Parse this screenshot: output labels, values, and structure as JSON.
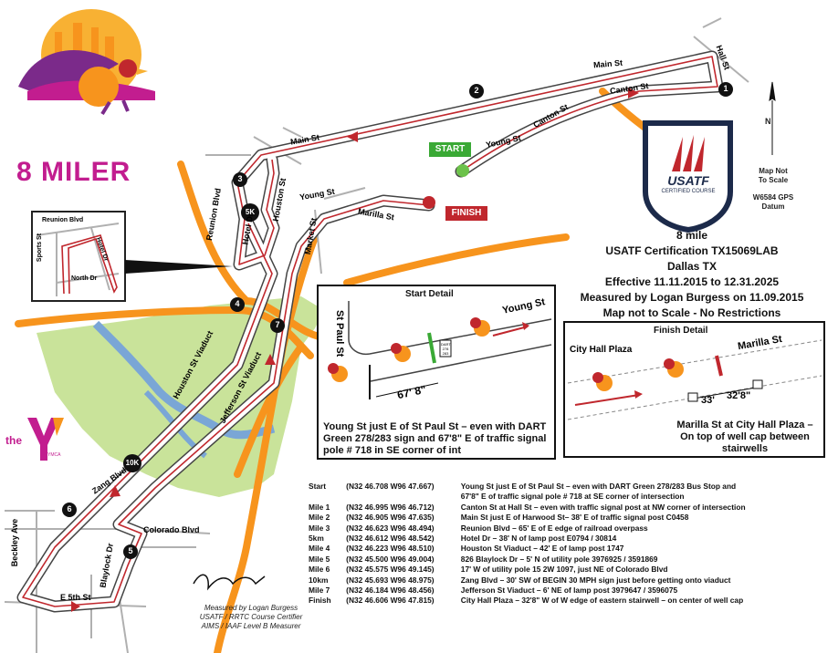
{
  "title": "8 MILER",
  "brand_colors": {
    "title": "#c21d8f",
    "route": "#c0272d",
    "major_road": "#f7941d",
    "park": "#c9e39a",
    "water": "#7aa6d6",
    "usatf_navy": "#1c2a4a"
  },
  "streets": {
    "main_st_top": "Main St",
    "hall_st": "Hall St",
    "canton_st_top": "Canton St",
    "canton_st_lower": "Canton St",
    "young_st_mid": "Young St",
    "main_st_left": "Main St",
    "young_st_left": "Young St",
    "marilla_st": "Marilla St",
    "reunion_blvd": "Reunion Blvd",
    "hotel_dr": "Hotel Dr",
    "houston_st": "Houston St",
    "market_st": "Market St",
    "houston_st_viaduct": "Houston St Viaduct",
    "jefferson_st_viaduct": "Jefferson St Viaduct",
    "zang_blvd": "Zang Blvd",
    "beckley_ave": "Beckley Ave",
    "colorado_blvd": "Colorado Blvd",
    "blaylock_dr": "Blaylock Dr",
    "e_5th_st": "E 5th St"
  },
  "inset": {
    "reunion_blvd": "Reunion Blvd",
    "sports_st": "Sports St",
    "hotel_dr": "Hotel Dr",
    "north_dr": "North Dr"
  },
  "markers": {
    "start": "START",
    "finish": "FINISH",
    "m1": "1",
    "m2": "2",
    "m3": "3",
    "m4": "4",
    "m5": "5",
    "m6": "6",
    "m7": "7",
    "k5": "5K",
    "k10": "10K"
  },
  "badge": {
    "org": "USATF",
    "sub": "CERTIFIED COURSE"
  },
  "north": {
    "letter": "N",
    "scale_note": [
      "Map Not",
      "To Scale"
    ],
    "datum": [
      "W6584 GPS",
      "Datum"
    ]
  },
  "cert_lines": [
    "8 mile",
    "USATF Certification TX15069LAB",
    "Dallas TX",
    "Effective 11.11.2015 to 12.31.2025",
    "Measured by Logan Burgess on 11.09.2015",
    "Map not to Scale - No Restrictions"
  ],
  "start_detail": {
    "title": "Start Detail",
    "street_vertical": "St Paul St",
    "street_young": "Young St",
    "distance": "67' 8\"",
    "sign_label": "DART 278 283",
    "caption": "Young St just E of St Paul St – even with DART Green 278/283 sign and 67'8\" E of traffic signal pole # 718 in SE corner of int"
  },
  "finish_detail": {
    "title": "Finish Detail",
    "plaza": "City Hall Plaza",
    "street": "Marilla St",
    "dist_a": "33'",
    "dist_b": "32'8\"",
    "caption": "Marilla St at City Hall Plaza – On top of well cap between stairwells"
  },
  "signature": {
    "script": "Logan Burgess",
    "lines": [
      "Measured by Logan Burgess",
      "USATF / RRTC Course Certifier",
      "AIMS / IAAF Level B Measurer"
    ]
  },
  "ymca": {
    "prefix": "the",
    "letter": "Y",
    "suffix": "YMCA"
  },
  "legs": [
    {
      "label": "Start",
      "coords": "(N32 46.708 W96 47.667)",
      "desc": "Young St just E of St Paul St – even with DART Green 278/283 Bus Stop and"
    },
    {
      "label": "",
      "coords": "",
      "desc": "67'8\" E of traffic signal pole # 718 at SE corner of intersection"
    },
    {
      "label": "Mile 1",
      "coords": "(N32 46.995 W96 46.712)",
      "desc": "Canton St at Hall St – even with traffic signal post at NW corner of intersection"
    },
    {
      "label": "Mile 2",
      "coords": "(N32 46.905 W96 47.635)",
      "desc": "Main St just E of Harwood St– 38' E of traffic signal post C0458"
    },
    {
      "label": "Mile 3",
      "coords": "(N32 46.623 W96 48.494)",
      "desc": "Reunion Blvd – 65' E of E edge of railroad overpass"
    },
    {
      "label": "5km",
      "coords": "(N32 46.612 W96 48.542)",
      "desc": "Hotel Dr – 38' N of lamp post E0794 / 30814"
    },
    {
      "label": "Mile 4",
      "coords": "(N32 46.223 W96 48.510)",
      "desc": "Houston St Viaduct – 42' E of lamp post 1747"
    },
    {
      "label": "Mile 5",
      "coords": "(N32 45.500 W96 49.004)",
      "desc": "826 Blaylock Dr – 5' N of utility pole 3976925 / 3591869"
    },
    {
      "label": "Mile 6",
      "coords": "(N32 45.575 W96 49.145)",
      "desc": "17' W of utility pole 15 2W 1097, just NE of Colorado Blvd"
    },
    {
      "label": "10km",
      "coords": "(N32 45.693 W96 48.975)",
      "desc": "Zang Blvd – 30' SW of BEGIN 30 MPH sign just before getting onto viaduct"
    },
    {
      "label": "Mile 7",
      "coords": "(N32 46.184 W96 48.456)",
      "desc": "Jefferson St Viaduct – 6' NE of lamp post 3979647 / 3596075"
    },
    {
      "label": "Finish",
      "coords": "(N32 46.606 W96 47.815)",
      "desc": "City Hall Plaza – 32'8\" W of W edge of eastern stairwell – on center of well cap"
    }
  ]
}
